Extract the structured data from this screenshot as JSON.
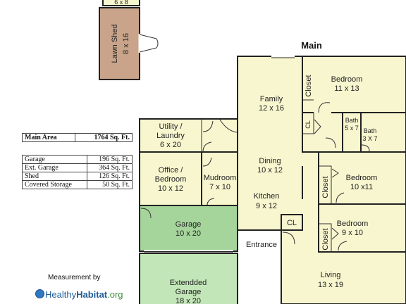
{
  "plan_title": "Main",
  "rooms": {
    "top_strip": "6 x 8",
    "lawn_shed": {
      "name": "Lawn Shed",
      "dims": "8 x 16"
    },
    "family": {
      "name": "Family",
      "dims": "12 x 16"
    },
    "closet_a": "Closet",
    "bedroom1": {
      "name": "Bedroom",
      "dims": "11 x 13"
    },
    "cl_a": "CL",
    "bath1": {
      "name": "Bath",
      "dims": "5 x 7"
    },
    "bath2": {
      "name": "Bath",
      "dims": "3 X 7"
    },
    "utility": {
      "line1": "Utility /",
      "line2": "Laundry",
      "dims": "6 x 20"
    },
    "dining": {
      "name": "Dining",
      "dims": "10 x 12"
    },
    "office": {
      "line1": "Office /",
      "line2": "Bedroom",
      "dims": "10 x 12"
    },
    "mudroom": {
      "name": "Mudroom",
      "dims": "7 x 10"
    },
    "kitchen": {
      "name": "Kitchen",
      "dims": "9 x 12"
    },
    "closet_b": "Closet",
    "bedroom2": {
      "name": "Bedroom",
      "dims": "10 x11"
    },
    "cl_b": "CL",
    "closet_c": "Closet",
    "bedroom3": {
      "name": "Bedroom",
      "dims": "9 x 10"
    },
    "garage": {
      "name": "Garage",
      "dims": "10  x 20"
    },
    "entrance": "Entrance",
    "ext_garage": {
      "line1": "Extendded",
      "line2": "Garage",
      "dims": "18 x 20"
    },
    "living": {
      "name": "Living",
      "dims": "13 x 19"
    }
  },
  "area_table": {
    "main": {
      "label": "Main Area",
      "value": "1764 Sq. Ft."
    },
    "rows": [
      {
        "label": "Garage",
        "value": "196 Sq. Ft."
      },
      {
        "label": "Ext. Garage",
        "value": "364 Sq. Ft."
      },
      {
        "label": "Shed",
        "value": "126 Sq. Ft."
      },
      {
        "label": "Covered Storage",
        "value": "50 Sq. Ft."
      }
    ]
  },
  "footer": {
    "measurement": "Measurement by",
    "logo_main": "Healthy",
    "logo_bold": "Habitat",
    "logo_tld": ".org"
  }
}
